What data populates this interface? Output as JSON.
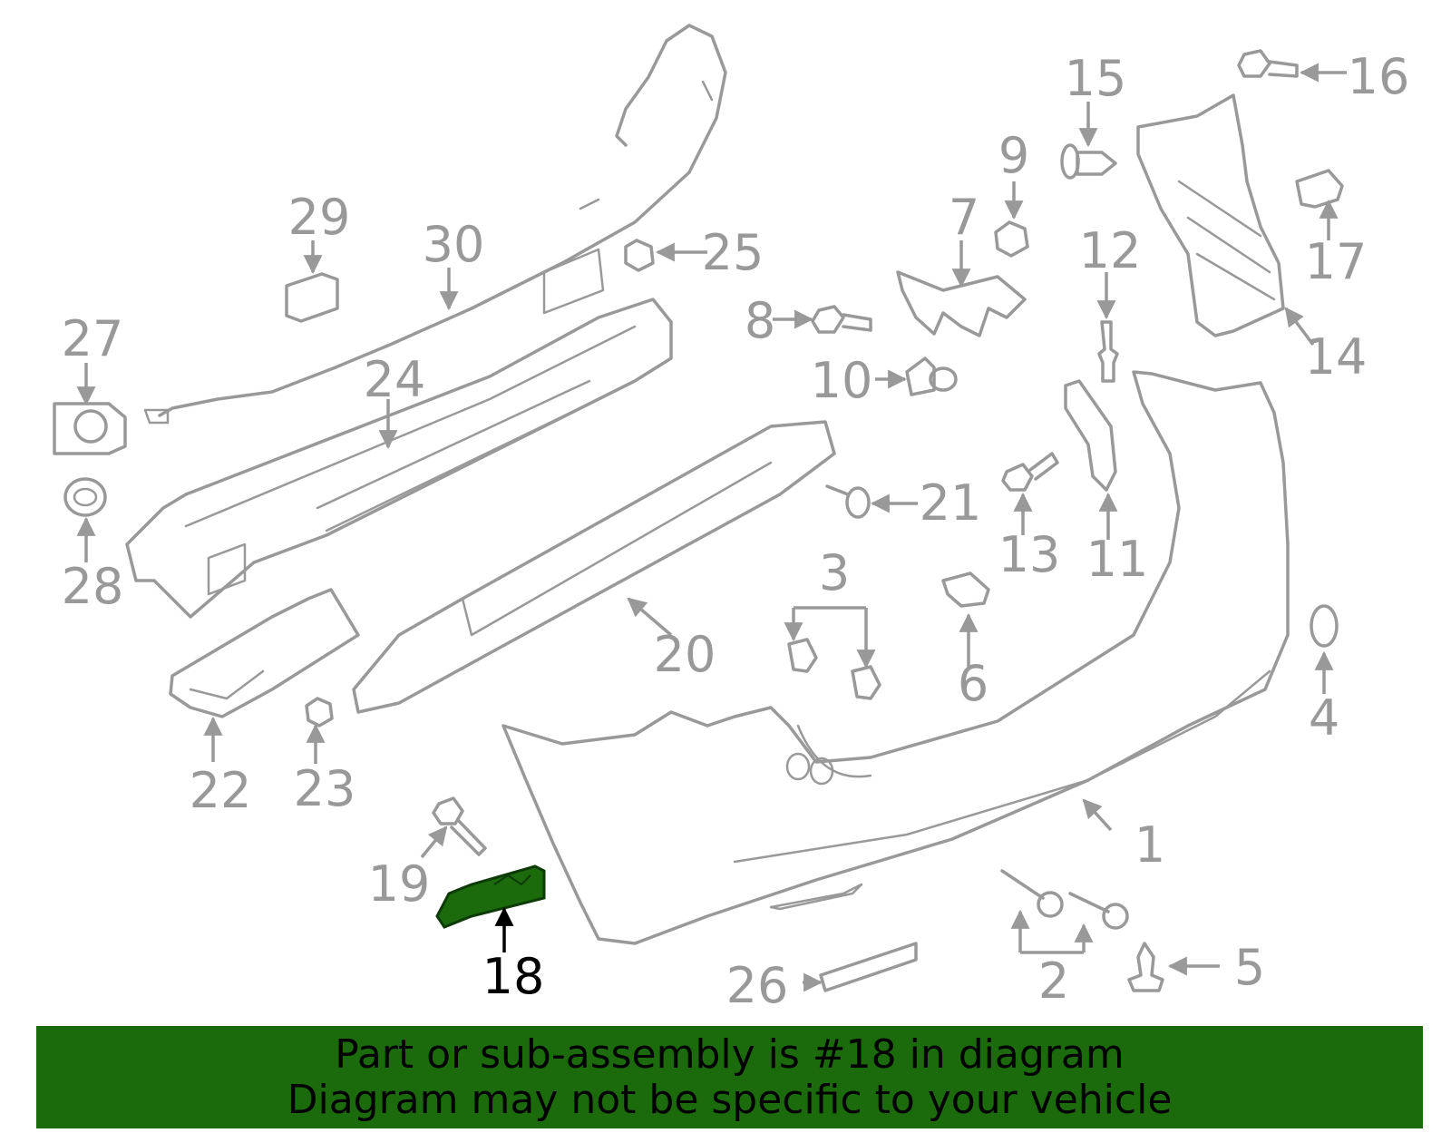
{
  "colors": {
    "line_art": "#999999",
    "highlight_fill": "#1b6b0c",
    "highlight_label": "#000000",
    "banner_background": "#1b6b0c",
    "banner_text": "#000000"
  },
  "highlighted_part": "18",
  "callouts": [
    "1",
    "2",
    "3",
    "4",
    "5",
    "6",
    "7",
    "8",
    "9",
    "10",
    "11",
    "12",
    "13",
    "14",
    "15",
    "16",
    "17",
    "18",
    "19",
    "20",
    "21",
    "22",
    "23",
    "24",
    "25",
    "26",
    "27",
    "28",
    "29",
    "30"
  ],
  "banner": {
    "line1": "Part or sub-assembly is #18 in diagram",
    "line2": "Diagram may not be specific to your vehicle"
  }
}
